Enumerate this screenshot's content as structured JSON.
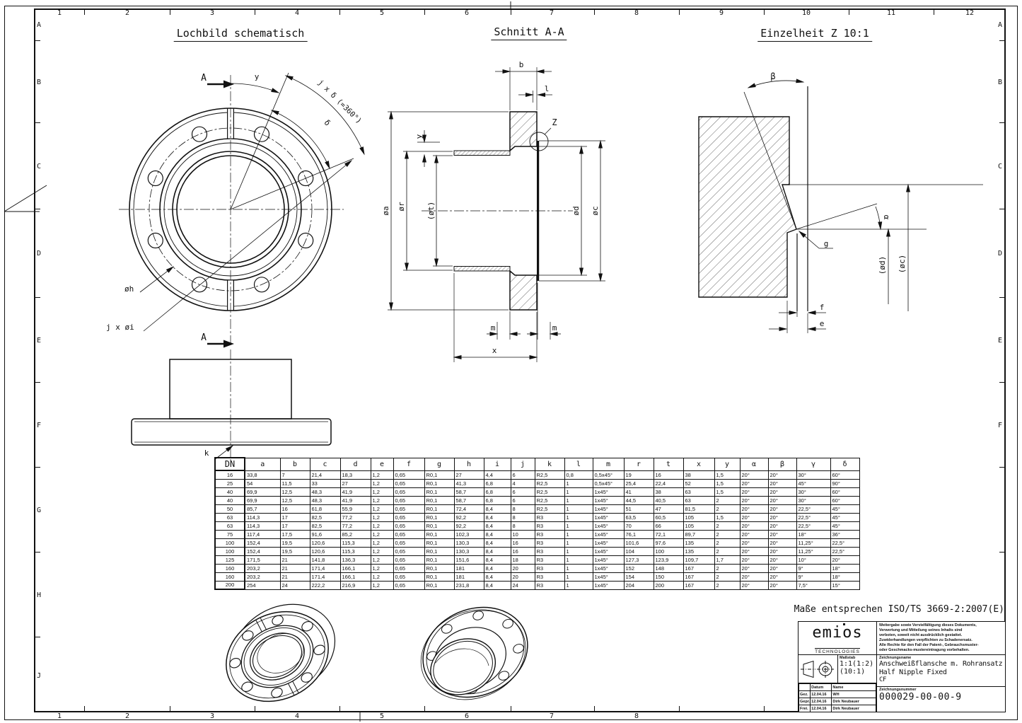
{
  "frame": {
    "cols": [
      "1",
      "2",
      "3",
      "4",
      "5",
      "6",
      "7",
      "8",
      "9",
      "10",
      "11",
      "12"
    ],
    "rows": [
      "A",
      "B",
      "C",
      "D",
      "E",
      "F",
      "G",
      "H",
      "J"
    ],
    "bottom_cols": [
      "1",
      "2",
      "3",
      "4",
      "5",
      "6",
      "7",
      "8"
    ],
    "right_rows": [
      "A",
      "B",
      "C",
      "D",
      "E",
      "F"
    ]
  },
  "titles": {
    "hole_pattern": "Lochbild schematisch",
    "section": "Schnitt A-A",
    "detail": "Einzelheit Z 10:1"
  },
  "labels": {
    "section_mark": "A",
    "dim_y": "y",
    "arc_big": "j x δ (=360°)",
    "dim_delta": "δ",
    "dim_h": "øh",
    "dim_jxi": "j x øi",
    "dim_k": "k",
    "dim_b": "b",
    "dim_l": "l",
    "detail_mark": "Z",
    "dim_a": "øa",
    "dim_r": "ør",
    "dim_t": "(øt)",
    "dim_d": "ød",
    "dim_c": "øc",
    "dim_m": "m",
    "dim_x": "x",
    "dim_beta": "β",
    "dim_alpha": "α",
    "dim_g": "g",
    "dim_d2": "(ød)",
    "dim_c2": "(øc)",
    "dim_f": "f",
    "dim_e": "e"
  },
  "table": {
    "headers": [
      "DN",
      "a",
      "b",
      "c",
      "d",
      "e",
      "f",
      "g",
      "h",
      "i",
      "j",
      "k",
      "l",
      "m",
      "r",
      "t",
      "x",
      "y",
      "α",
      "β",
      "γ",
      "δ"
    ],
    "rows": [
      [
        "16",
        "33,8",
        "7",
        "21,4",
        "18,3",
        "1,2",
        "0,65",
        "R0,1",
        "27",
        "4,4",
        "6",
        "R2,5",
        "0,8",
        "0,5x45°",
        "19",
        "16",
        "38",
        "1,5",
        "20°",
        "20°",
        "30°",
        "60°"
      ],
      [
        "25",
        "54",
        "11,5",
        "33",
        "27",
        "1,2",
        "0,65",
        "R0,1",
        "41,3",
        "6,8",
        "4",
        "R2,5",
        "1",
        "0,5x45°",
        "25,4",
        "22,4",
        "52",
        "1,5",
        "20°",
        "20°",
        "45°",
        "90°"
      ],
      [
        "40",
        "69,9",
        "12,5",
        "48,3",
        "41,9",
        "1,2",
        "0,65",
        "R0,1",
        "58,7",
        "6,8",
        "6",
        "R2,5",
        "1",
        "1x45°",
        "41",
        "38",
        "63",
        "1,5",
        "20°",
        "20°",
        "30°",
        "60°"
      ],
      [
        "40",
        "69,9",
        "12,5",
        "48,3",
        "41,9",
        "1,2",
        "0,65",
        "R0,1",
        "58,7",
        "6,8",
        "6",
        "R2,5",
        "1",
        "1x45°",
        "44,5",
        "40,5",
        "63",
        "2",
        "20°",
        "20°",
        "30°",
        "60°"
      ],
      [
        "50",
        "85,7",
        "16",
        "61,8",
        "55,9",
        "1,2",
        "0,65",
        "R0,1",
        "72,4",
        "8,4",
        "8",
        "R2,5",
        "1",
        "1x45°",
        "51",
        "47",
        "81,5",
        "2",
        "20°",
        "20°",
        "22,5°",
        "45°"
      ],
      [
        "63",
        "114,3",
        "17",
        "82,5",
        "77,2",
        "1,2",
        "0,65",
        "R0,1",
        "92,2",
        "8,4",
        "8",
        "R3",
        "1",
        "1x45°",
        "63,5",
        "60,5",
        "105",
        "1,5",
        "20°",
        "20°",
        "22,5°",
        "45°"
      ],
      [
        "63",
        "114,3",
        "17",
        "82,5",
        "77,2",
        "1,2",
        "0,65",
        "R0,1",
        "92,2",
        "8,4",
        "8",
        "R3",
        "1",
        "1x45°",
        "70",
        "66",
        "105",
        "2",
        "20°",
        "20°",
        "22,5°",
        "45°"
      ],
      [
        "75",
        "117,4",
        "17,5",
        "91,6",
        "85,2",
        "1,2",
        "0,65",
        "R0,1",
        "102,3",
        "8,4",
        "10",
        "R3",
        "1",
        "1x45°",
        "76,1",
        "72,1",
        "89,7",
        "2",
        "20°",
        "20°",
        "18°",
        "36°"
      ],
      [
        "100",
        "152,4",
        "19,5",
        "120,6",
        "115,3",
        "1,2",
        "0,65",
        "R0,1",
        "130,3",
        "8,4",
        "16",
        "R3",
        "1",
        "1x45°",
        "101,6",
        "97,6",
        "135",
        "2",
        "20°",
        "20°",
        "11,25°",
        "22,5°"
      ],
      [
        "100",
        "152,4",
        "19,5",
        "120,6",
        "115,3",
        "1,2",
        "0,65",
        "R0,1",
        "130,3",
        "8,4",
        "16",
        "R3",
        "1",
        "1x45°",
        "104",
        "100",
        "135",
        "2",
        "20°",
        "20°",
        "11,25°",
        "22,5°"
      ],
      [
        "125",
        "171,5",
        "21",
        "141,8",
        "136,3",
        "1,2",
        "0,65",
        "R0,1",
        "151,6",
        "8,4",
        "18",
        "R3",
        "1",
        "1x45°",
        "127,3",
        "123,9",
        "109,7",
        "1,7",
        "20°",
        "20°",
        "10°",
        "20°"
      ],
      [
        "160",
        "203,2",
        "21",
        "171,4",
        "166,1",
        "1,2",
        "0,65",
        "R0,1",
        "181",
        "8,4",
        "20",
        "R3",
        "1",
        "1x45°",
        "152",
        "148",
        "167",
        "2",
        "20°",
        "20°",
        "9°",
        "18°"
      ],
      [
        "160",
        "203,2",
        "21",
        "171,4",
        "166,1",
        "1,2",
        "0,65",
        "R0,1",
        "181",
        "8,4",
        "20",
        "R3",
        "1",
        "1x45°",
        "154",
        "150",
        "167",
        "2",
        "20°",
        "20°",
        "9°",
        "18°"
      ],
      [
        "200",
        "254",
        "24",
        "222,2",
        "216,9",
        "1,2",
        "0,65",
        "R0,1",
        "231,8",
        "8,4",
        "24",
        "R3",
        "1",
        "1x45°",
        "204",
        "200",
        "167",
        "2",
        "20°",
        "20°",
        "7,5°",
        "15°"
      ]
    ]
  },
  "note": "Maße entsprechen ISO/TS 3669-2:2007(E)",
  "title_block": {
    "logo": {
      "name": "emios",
      "sub": "TECHNOLOGIES"
    },
    "legal_lines": [
      "Weitergabe sowie Vervielfältigung dieses Dokuments,",
      "Verwertung und Mitteilung seines Inhalts sind",
      "verboten, soweit nicht ausdrücklich gestattet.",
      "Zuwiderhandlungen verpflichten zu Schadenersatz.",
      "Alle Rechte für den Fall der Patent-, Gebrauchsmuster-",
      "oder Geschmacks-mustereintragung vorbehalten."
    ],
    "masstab": {
      "label": "Maßstab",
      "value1": "1:1(1:2)",
      "value2": "(10:1)"
    },
    "approvals": {
      "col_datum": "Datum",
      "col_name": "Name",
      "rows": [
        {
          "label": "Gez.",
          "date": "12.04.16",
          "name": "WH"
        },
        {
          "label": "Gepr.",
          "date": "12.04.16",
          "name": "Dirk Neubauer"
        },
        {
          "label": "Frei.",
          "date": "12.04.16",
          "name": "Dirk Neubauer"
        }
      ]
    },
    "name": {
      "label": "Zeichnungsname",
      "line1": "Anschweißflansche m. Rohransatz",
      "line2": "Half Nipple Fixed",
      "line3": "CF"
    },
    "number": {
      "label": "Zeichnungsnummer",
      "value": "000029-00-00-9"
    }
  }
}
